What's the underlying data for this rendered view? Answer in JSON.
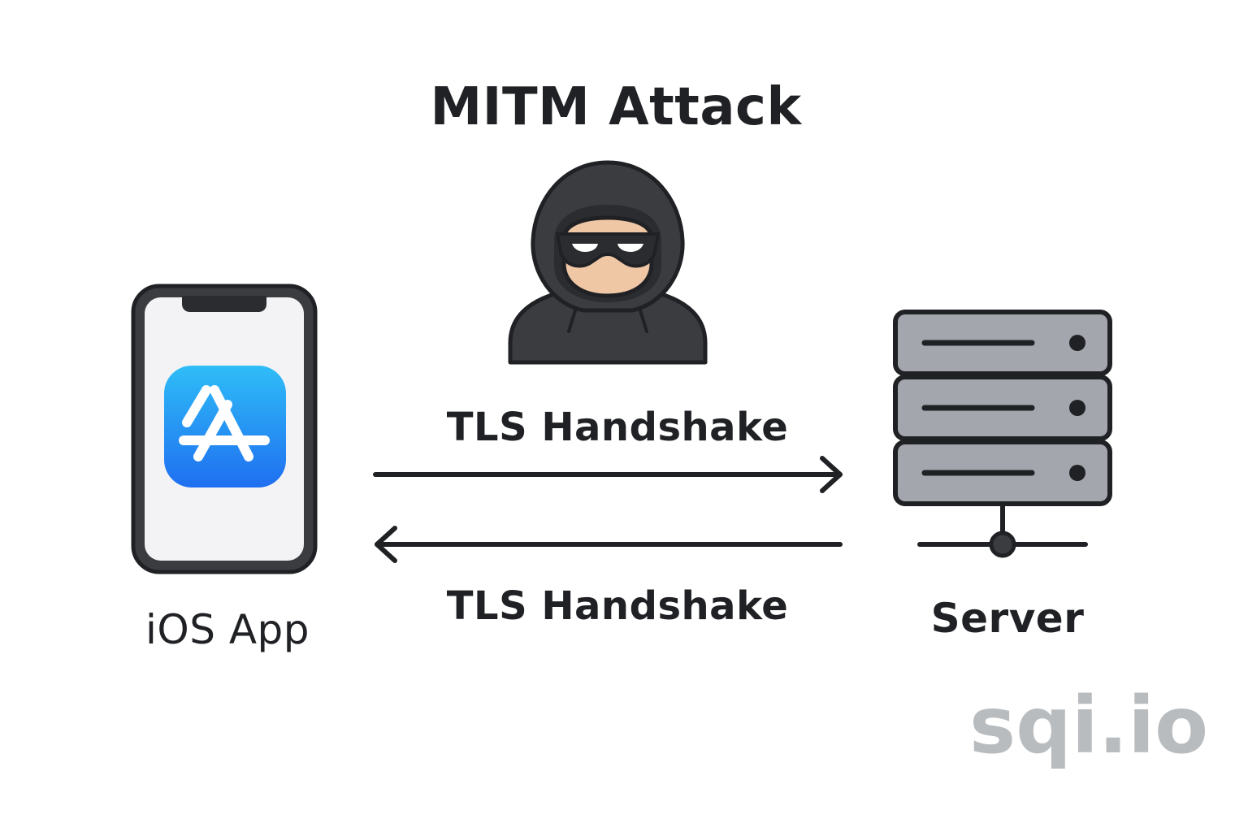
{
  "title": "MITM Attack",
  "nodes": {
    "ios_app": {
      "label": "iOS App",
      "icon": "app-store-icon"
    },
    "server": {
      "label": "Server",
      "icon": "server-icon"
    },
    "attacker": {
      "icon": "hooded-hacker-icon"
    }
  },
  "edges": {
    "to_server": {
      "label": "TLS Handshake",
      "direction": "right"
    },
    "to_app": {
      "label": "TLS Handshake",
      "direction": "left"
    }
  },
  "watermark": "sqi.io",
  "colors": {
    "ink": "#1f2124",
    "app_icon_top": "#2fbdf7",
    "app_icon_bottom": "#1f6ff0",
    "phone_screen": "#f3f3f6",
    "phone_body": "#3a3c40",
    "server_panel": "#a3a6ad",
    "hood": "#3b3c40",
    "skin": "#f0c7a5",
    "watermark": "#b9bcbf"
  }
}
